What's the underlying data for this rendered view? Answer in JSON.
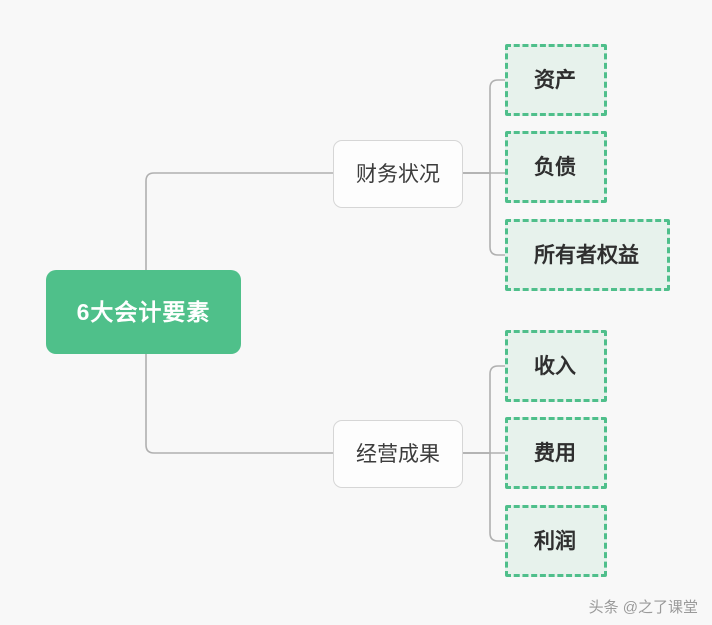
{
  "diagram": {
    "type": "mind-map",
    "background_color": "#f8f8f8",
    "root": {
      "label": "6大会计要素",
      "fill_color": "#4fc08a",
      "text_color": "#ffffff"
    },
    "branches": [
      {
        "label": "财务状况",
        "fill_color": "#fdfdfd",
        "border_color": "#d6d6d6",
        "children": [
          {
            "label": "资产"
          },
          {
            "label": "负债"
          },
          {
            "label": "所有者权益"
          }
        ]
      },
      {
        "label": "经营成果",
        "fill_color": "#fdfdfd",
        "border_color": "#d6d6d6",
        "children": [
          {
            "label": "收入"
          },
          {
            "label": "费用"
          },
          {
            "label": "利润"
          }
        ]
      }
    ],
    "leaf_style": {
      "fill_color": "#e7f2ec",
      "border_color": "#4fbf8b",
      "border_style": "dashed"
    },
    "connector_color": "#b0b0b0"
  },
  "watermark": {
    "text": "头条 @之了课堂"
  }
}
